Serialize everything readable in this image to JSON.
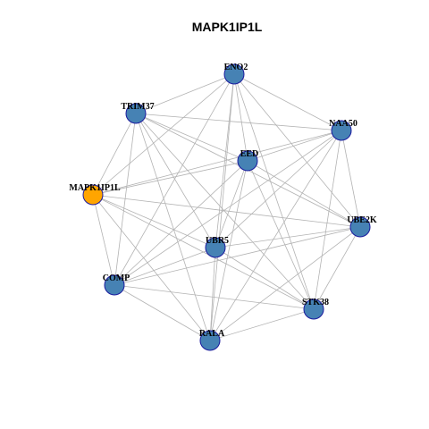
{
  "title": "MAPK1IP1L",
  "colors": {
    "node_default": "#4682b4",
    "node_highlight": "#ffa500",
    "node_border": "#1a1a9e",
    "edge": "#b3b3b3",
    "background": "#ffffff"
  },
  "nodes": [
    {
      "id": "ENO2",
      "label": "ENO2",
      "highlight": false
    },
    {
      "id": "TRIM37",
      "label": "TRIM37",
      "highlight": false
    },
    {
      "id": "NAA50",
      "label": "NAA50",
      "highlight": false
    },
    {
      "id": "EED",
      "label": "EED",
      "highlight": false
    },
    {
      "id": "MAPK1IP1L",
      "label": "MAPK1IP1L",
      "highlight": true
    },
    {
      "id": "UBE2K",
      "label": "UBE2K",
      "highlight": false
    },
    {
      "id": "UBR5",
      "label": "UBR5",
      "highlight": false
    },
    {
      "id": "COMP",
      "label": "COMP",
      "highlight": false
    },
    {
      "id": "STK38",
      "label": "STK38",
      "highlight": false
    },
    {
      "id": "RALA",
      "label": "RALA",
      "highlight": false
    }
  ],
  "edges": [
    [
      "ENO2",
      "TRIM37"
    ],
    [
      "ENO2",
      "NAA50"
    ],
    [
      "ENO2",
      "EED"
    ],
    [
      "ENO2",
      "MAPK1IP1L"
    ],
    [
      "ENO2",
      "UBE2K"
    ],
    [
      "ENO2",
      "UBR5"
    ],
    [
      "ENO2",
      "COMP"
    ],
    [
      "ENO2",
      "STK38"
    ],
    [
      "ENO2",
      "RALA"
    ],
    [
      "TRIM37",
      "NAA50"
    ],
    [
      "TRIM37",
      "EED"
    ],
    [
      "TRIM37",
      "MAPK1IP1L"
    ],
    [
      "TRIM37",
      "UBE2K"
    ],
    [
      "TRIM37",
      "UBR5"
    ],
    [
      "TRIM37",
      "COMP"
    ],
    [
      "TRIM37",
      "STK38"
    ],
    [
      "TRIM37",
      "RALA"
    ],
    [
      "NAA50",
      "EED"
    ],
    [
      "NAA50",
      "MAPK1IP1L"
    ],
    [
      "NAA50",
      "UBE2K"
    ],
    [
      "NAA50",
      "UBR5"
    ],
    [
      "NAA50",
      "COMP"
    ],
    [
      "NAA50",
      "STK38"
    ],
    [
      "NAA50",
      "RALA"
    ],
    [
      "EED",
      "MAPK1IP1L"
    ],
    [
      "EED",
      "UBE2K"
    ],
    [
      "EED",
      "UBR5"
    ],
    [
      "EED",
      "COMP"
    ],
    [
      "EED",
      "STK38"
    ],
    [
      "EED",
      "RALA"
    ],
    [
      "MAPK1IP1L",
      "UBE2K"
    ],
    [
      "MAPK1IP1L",
      "UBR5"
    ],
    [
      "MAPK1IP1L",
      "COMP"
    ],
    [
      "MAPK1IP1L",
      "STK38"
    ],
    [
      "MAPK1IP1L",
      "RALA"
    ],
    [
      "UBE2K",
      "UBR5"
    ],
    [
      "UBE2K",
      "COMP"
    ],
    [
      "UBE2K",
      "STK38"
    ],
    [
      "UBE2K",
      "RALA"
    ],
    [
      "UBR5",
      "COMP"
    ],
    [
      "UBR5",
      "STK38"
    ],
    [
      "UBR5",
      "RALA"
    ],
    [
      "COMP",
      "STK38"
    ],
    [
      "COMP",
      "RALA"
    ],
    [
      "STK38",
      "RALA"
    ]
  ]
}
